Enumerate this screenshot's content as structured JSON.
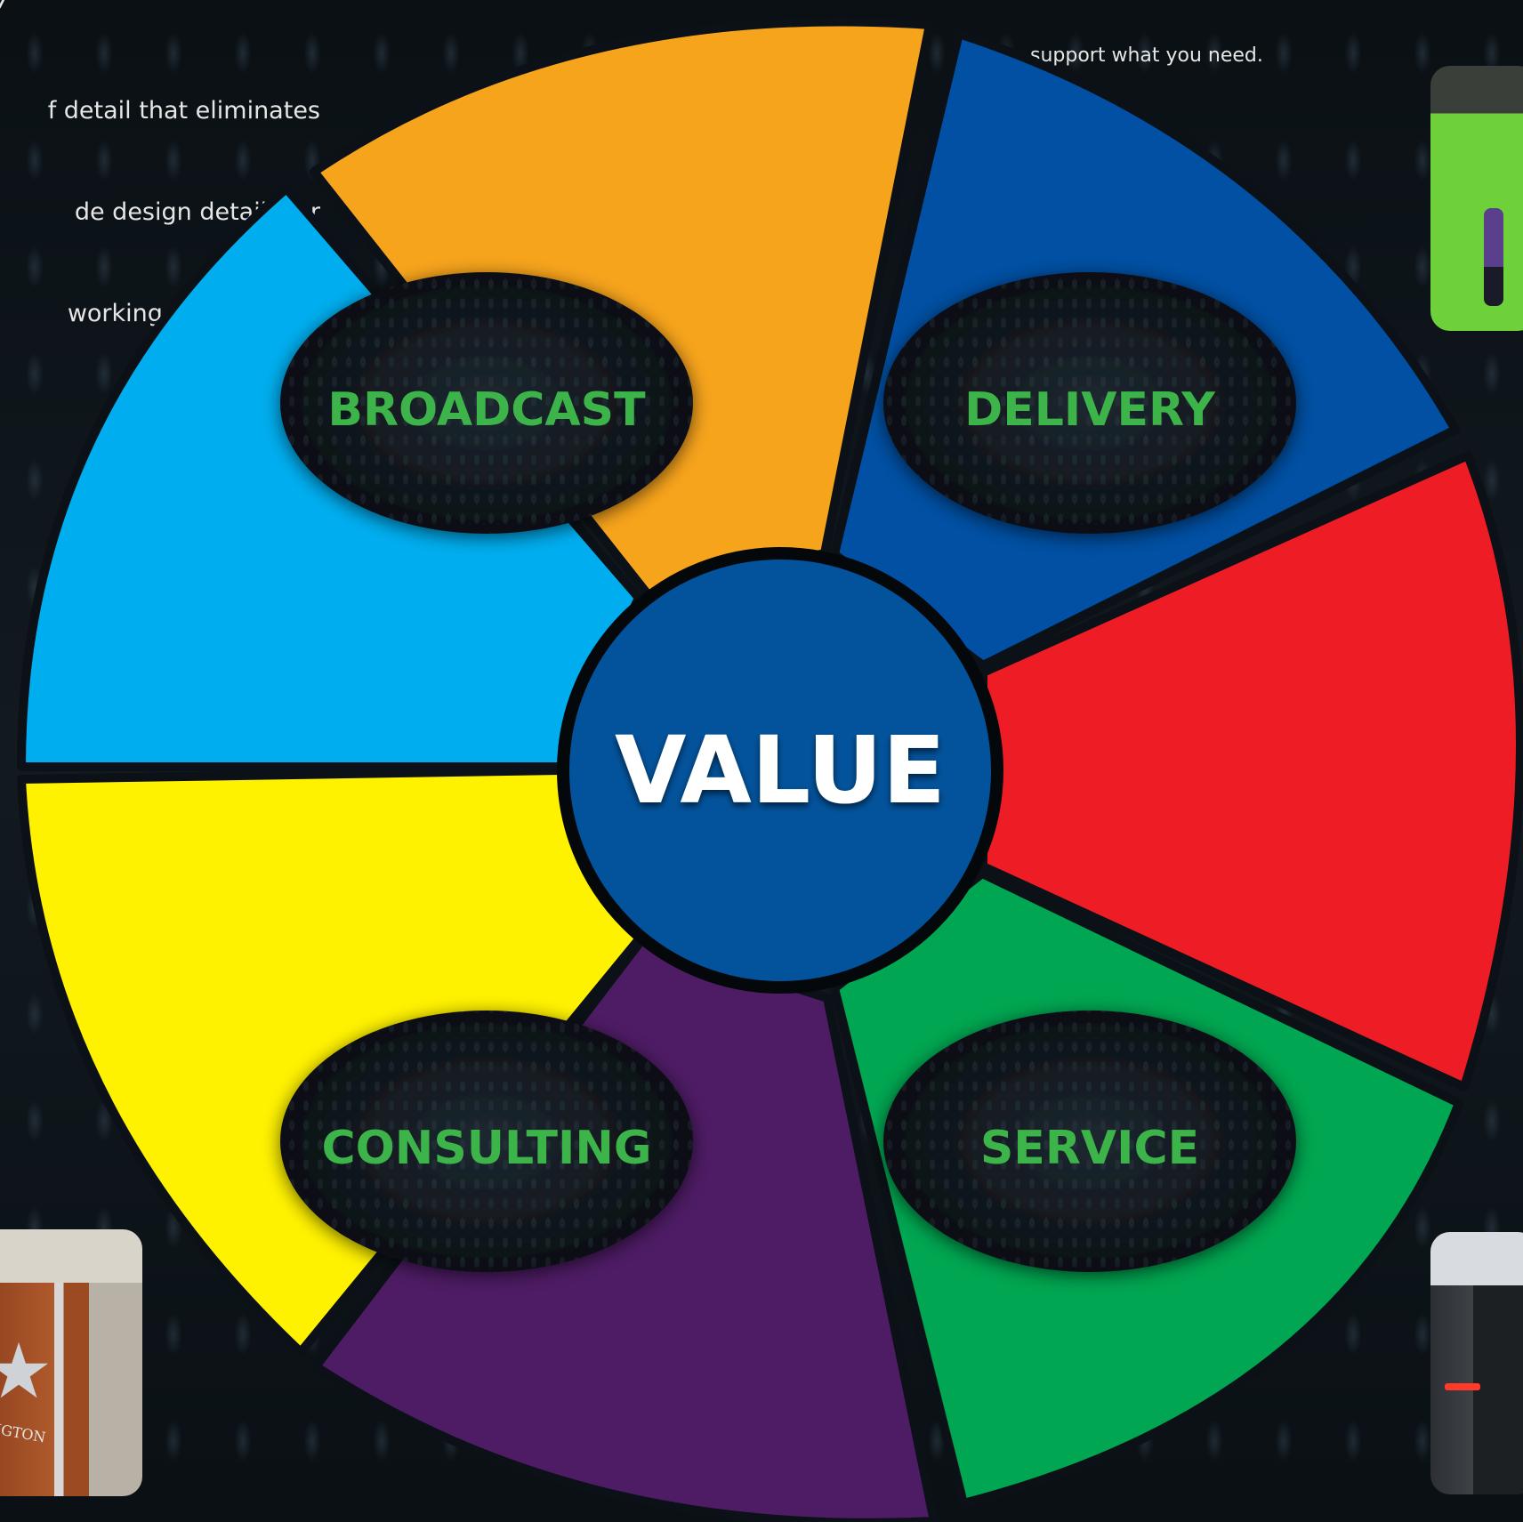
{
  "left_text": {
    "fragment": "/",
    "lines": [
      "f detail that eliminates",
      "de design details for",
      " working with general"
    ]
  },
  "right_text": {
    "lines": [
      "support what you need."
    ]
  },
  "wheel": {
    "center_label": "VALUE",
    "labels": {
      "broadcast": "BROADCAST",
      "delivery": "DELIVERY",
      "consulting": "CONSULTING",
      "service": "SERVICE"
    },
    "colors": {
      "orange": "#F7A41D",
      "blue": "#0150A3",
      "red": "#EE1C25",
      "green": "#00A651",
      "purple": "#4E1C65",
      "yellow": "#FFF200",
      "cyan": "#00AEEF",
      "center": "#03539C",
      "label": "#3CB44A"
    }
  },
  "photos": {
    "podium_logo_text": "LINGTON"
  }
}
